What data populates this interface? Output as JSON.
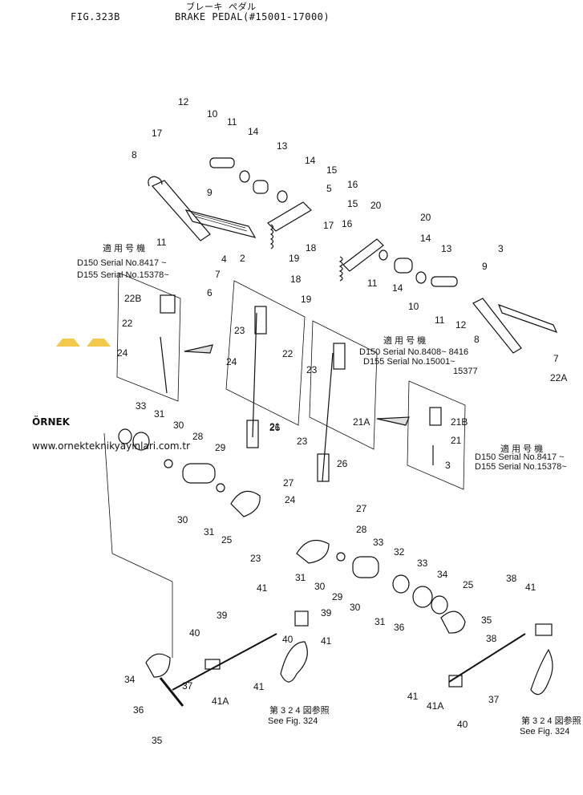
{
  "header": {
    "figure_no": "FIG.323B",
    "title_jp": "ブレーキ ペダル",
    "title": "BRAKE PEDAL(#15001-17000)"
  },
  "callouts": [
    "12",
    "10",
    "11",
    "14",
    "13",
    "14",
    "15",
    "16",
    "17",
    "8",
    "9",
    "11",
    "2",
    "4",
    "7",
    "6",
    "5",
    "15",
    "16",
    "17",
    "18",
    "19",
    "18",
    "19",
    "20",
    "20",
    "14",
    "13",
    "14",
    "11",
    "10",
    "11",
    "12",
    "8",
    "9",
    "3",
    "7",
    "22A",
    "22B",
    "22",
    "24",
    "23",
    "22",
    "24",
    "23",
    "21",
    "21A",
    "21B",
    "21",
    "3",
    "33",
    "31",
    "30",
    "28",
    "29",
    "30",
    "31",
    "25",
    "23",
    "26",
    "27",
    "24",
    "23",
    "26",
    "27",
    "28",
    "33",
    "32",
    "33",
    "34",
    "25",
    "31",
    "30",
    "29",
    "30",
    "31",
    "36",
    "35",
    "38",
    "41",
    "39",
    "40",
    "40",
    "37",
    "39",
    "41",
    "38",
    "34",
    "41",
    "41A",
    "36",
    "35",
    "41",
    "41A",
    "37",
    "40",
    "41"
  ],
  "notes": {
    "serial_a_title": "適 用 号 機",
    "serial_a_1": "D150 Serial  No.8417 ~",
    "serial_a_2": "D155 Serial  No.15378~",
    "serial_b_title": "適 用 号 機",
    "serial_b_1": "D150 Serial  No.8408~ 8416",
    "serial_b_2": "D155 Serial  No.15001~",
    "serial_b_3": "15377",
    "serial_c_title": "適 用 号 機",
    "serial_c_1": "D150 Serial  No.8417 ~",
    "serial_c_2": "D155 Serial  No.15378~",
    "see_fig_jp_left": "第 3 2 4 図参照",
    "see_fig_left": "See Fig. 324",
    "see_fig_jp_right": "第 3 2 4 図参照",
    "see_fig_right": "See Fig. 324"
  },
  "watermark": {
    "brand": "ÖRNEK",
    "url": "www.ornekteknikyayinlari.com.tr",
    "brand_color": "#e6e6e6",
    "accent_color": "#f2c94c"
  }
}
